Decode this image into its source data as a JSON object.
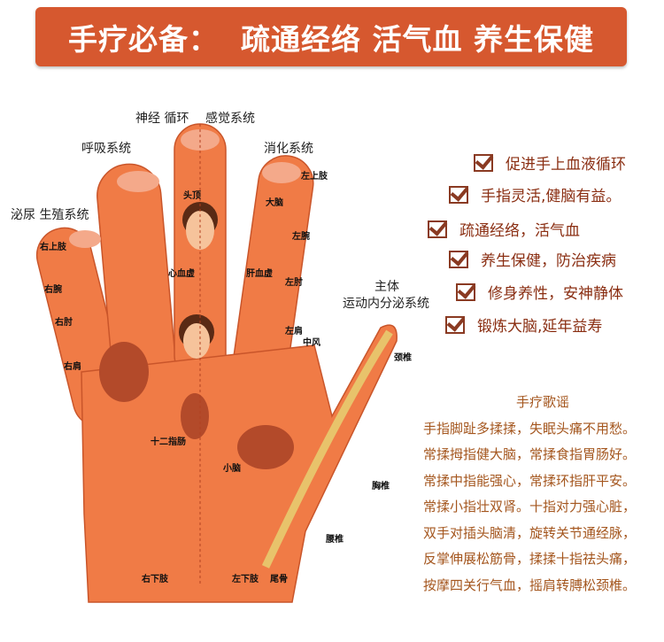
{
  "banner": {
    "title": "手疗必备：  疏通经络 活气血 养生保健"
  },
  "diagram": {
    "systems": {
      "nerve": "神经 循环",
      "sense": "感觉系统",
      "respiratory": "呼吸系统",
      "digestive": "消化系统",
      "urinary": "泌尿 生殖系统",
      "main": "主体",
      "motor": "运动内分泌系统"
    },
    "parts": [
      "右上肢",
      "左上肢",
      "右腕",
      "左腕",
      "右肘",
      "左肘",
      "右肩",
      "左肩",
      "中风",
      "右下肢",
      "左下肢",
      "头顶",
      "心血虚",
      "肝血虚",
      "十二指肠",
      "小脑",
      "大脑",
      "颈椎",
      "胸椎",
      "腰椎",
      "尾骨"
    ]
  },
  "benefits": [
    "促进手上血液循环",
    "手指灵活,健脑有益。",
    "疏通经络，活气血",
    "养生保健，防治疾病",
    "修身养性，安神静体",
    "锻炼大脑,延年益寿"
  ],
  "song": {
    "title": "手疗歌谣",
    "lines": [
      "手指脚趾多揉揉，失眠头痛不用愁。",
      "常揉拇指健大脑，常揉食指胃肠好。",
      "常揉中指能强心，常揉环指肝平安。",
      "常揉小指壮双肾。十指对力强心脏，",
      "双手对插头脑清，旋转关节通经脉，",
      "反掌伸展松筋骨，揉揉十指祛头痛，",
      "按摩四关行气血，摇肩转膊松颈椎。"
    ]
  },
  "colors": {
    "banner": "#d6582f",
    "hand": "#f07b46",
    "benefit_text": "#8a2e12",
    "song_text": "#a4561e"
  }
}
